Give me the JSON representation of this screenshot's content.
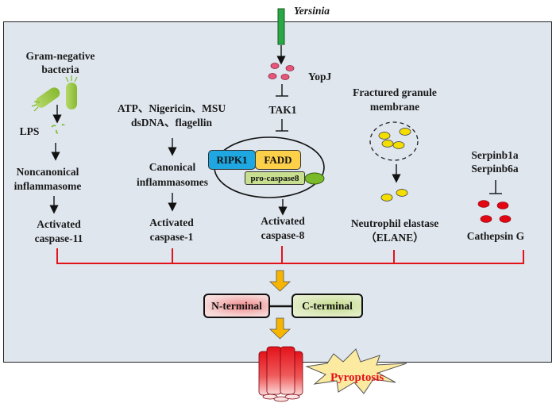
{
  "title": "Pyroptosis pathways converging on gasdermin cleavage",
  "pathogen": {
    "label": "Yersinia",
    "effector": "YopJ",
    "kinase": "TAK1"
  },
  "complex": {
    "ripk1": "RIPK1",
    "fadd": "FADD",
    "procaspase": "pro-caspase8"
  },
  "pathways": [
    {
      "id": "noncanonical",
      "stimulus_line1": "Gram-negative",
      "stimulus_line2": "bacteria",
      "ligand": "LPS",
      "sensor_line1": "Noncanonical",
      "sensor_line2": "inflammasome",
      "effector_line1": "Activated",
      "effector_line2": "caspase-11"
    },
    {
      "id": "canonical",
      "stimulus_line1": "ATP、Nigericin、MSU",
      "stimulus_line2": "dsDNA、flagellin",
      "sensor_line1": "Canonical",
      "sensor_line2": "inflammasomes",
      "effector_line1": "Activated",
      "effector_line2": "caspase-1"
    },
    {
      "id": "yersinia",
      "effector_line1": "Activated",
      "effector_line2": "caspase-8"
    },
    {
      "id": "neutrophil",
      "stimulus_line1": "Fractured granule",
      "stimulus_line2": "membrane",
      "effector_line1": "Neutrophil elastase",
      "effector_line2": "（ELANE）"
    },
    {
      "id": "cathepsin",
      "inhibitor_line1": "Serpinb1a",
      "inhibitor_line2": "Serpinb6a",
      "effector_line1": "Cathepsin G"
    }
  ],
  "gasdermin": {
    "n_terminal": "N-terminal",
    "c_terminal": "C-terminal"
  },
  "outcome": "Pyroptosis",
  "colors": {
    "background": "#dfe6ee",
    "converge_line": "#e3121b",
    "arrow_fill": "#f7b500",
    "pore": "#e3121b",
    "bacteria": "#9ccb3b",
    "granule": "#f4de00",
    "cathepsin": "#e30613",
    "yopj": "#e8577a",
    "yersinia_bar": "#2aa845"
  }
}
